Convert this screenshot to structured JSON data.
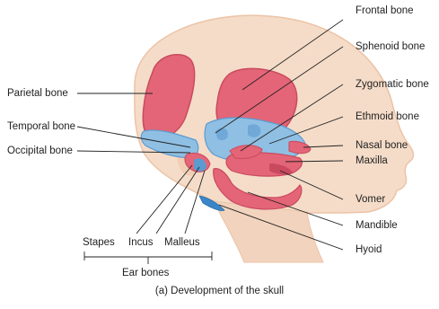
{
  "labels_left": {
    "parietal": "Parietal bone",
    "temporal": "Temporal bone",
    "occipital": "Occipital bone"
  },
  "labels_right": {
    "frontal": "Frontal bone",
    "sphenoid": "Sphenoid bone",
    "zygomatic": "Zygomatic bone",
    "ethmoid": "Ethmoid bone",
    "nasal": "Nasal bone",
    "maxilla": "Maxilla",
    "vomer": "Vomer",
    "mandible": "Mandible",
    "hyoid": "Hyoid"
  },
  "ear_labels": {
    "stapes": "Stapes",
    "incus": "Incus",
    "malleus": "Malleus",
    "group": "Ear bones"
  },
  "caption": "(a) Development of the skull",
  "colors": {
    "skin": "#f5dcc8",
    "skin_shade": "#ecc3a6",
    "bone_red": "#e46577",
    "bone_red_dark": "#c94a5f",
    "bone_blue": "#8fbfe3",
    "bone_blue_dark": "#5b9bd0",
    "leader": "#222222"
  }
}
